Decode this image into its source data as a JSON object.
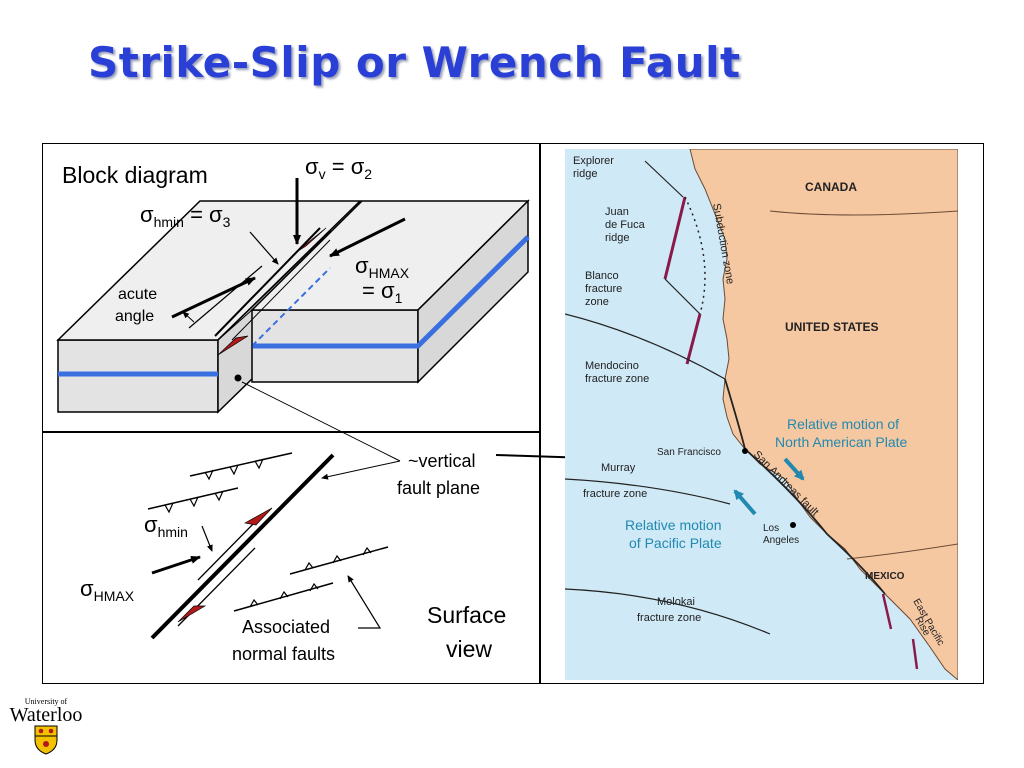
{
  "title": "Strike-Slip or Wrench Fault",
  "block": {
    "label": "Block diagram",
    "sigma_v": "v",
    "sigma_v_rhs": "2",
    "hmin_sub": "hmin",
    "hmin_rhs": "3",
    "hmax_sub": "HMAX",
    "hmax_rhs": "1",
    "acute_line1": "acute",
    "acute_line2": "angle",
    "sigma": "σ",
    "equals": "="
  },
  "surface": {
    "hmin_sub": "hmin",
    "hmax_sub": "HMAX",
    "assoc_line1": "Associated",
    "assoc_line2": "normal faults",
    "view_line1": "Surface",
    "view_line2": "view",
    "fault_line1": "~vertical",
    "fault_line2": "fault plane"
  },
  "map": {
    "explorer": [
      "Explorer",
      "ridge"
    ],
    "juan": [
      "Juan",
      "de Fuca",
      "ridge"
    ],
    "blanco": [
      "Blanco",
      "fracture",
      "zone"
    ],
    "mendocino": [
      "Mendocino",
      "fracture zone"
    ],
    "murray": [
      "Murray",
      "fracture zone"
    ],
    "molokai": [
      "Molokai",
      "fracture zone"
    ],
    "canada": "CANADA",
    "usa": "UNITED STATES",
    "mexico": "MEXICO",
    "sf": "San Francisco",
    "la": [
      "Los",
      "Angeles"
    ],
    "subduction": "Subduction zone",
    "sanandreas": "San Andreas fault",
    "epr": [
      "East Pacific",
      "Rise"
    ],
    "na_motion": [
      "Relative motion of",
      "North American Plate"
    ],
    "pac_motion": [
      "Relative motion",
      "of Pacific Plate"
    ]
  },
  "logo": {
    "small": "University of",
    "big": "Waterloo"
  },
  "colors": {
    "title": "#2a3fd6",
    "ocean": "#cfe9f6",
    "land": "#f6c8a2",
    "fault_blue": "#3a6fe0",
    "motion": "#2189b0",
    "arrow_red": "#b3191a"
  }
}
